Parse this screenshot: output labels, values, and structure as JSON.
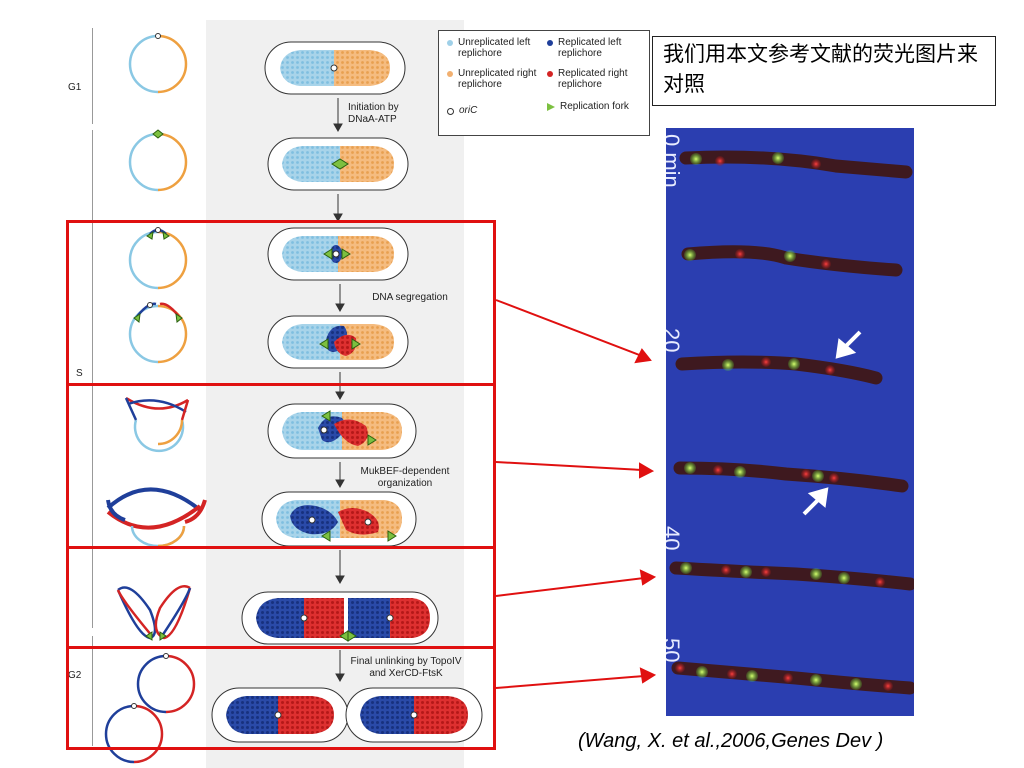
{
  "phases": {
    "g1": "G1",
    "s": "S",
    "g2": "G2"
  },
  "steps": {
    "initiation": "Initiation by DNaA-ATP",
    "segregation": "DNA segregation",
    "mukbef": "MukBEF-dependent organization",
    "unlinking": "Final unlinking by TopoIV and XerCD-FtsK"
  },
  "legend": {
    "unrep_left": "Unreplicated left replichore",
    "unrep_right": "Unreplicated right replichore",
    "oric": "oriC",
    "rep_left": "Replicated left replichore",
    "rep_right": "Replicated right replichore",
    "fork": "Replication fork"
  },
  "note_text": "我们用本文参考文献的荧光图片来对照",
  "time_labels": [
    "0 min",
    "20",
    "40",
    "50"
  ],
  "citation": "(Wang, X. et al.,2006,Genes Dev )",
  "colors": {
    "unrep_left": "#9fd0e8",
    "unrep_right": "#f2b070",
    "rep_left": "#1f3f9a",
    "rep_right": "#d42424",
    "fork": "#7cc040",
    "highlight": "#e01010",
    "micro_bg": "#2b3eb0"
  }
}
